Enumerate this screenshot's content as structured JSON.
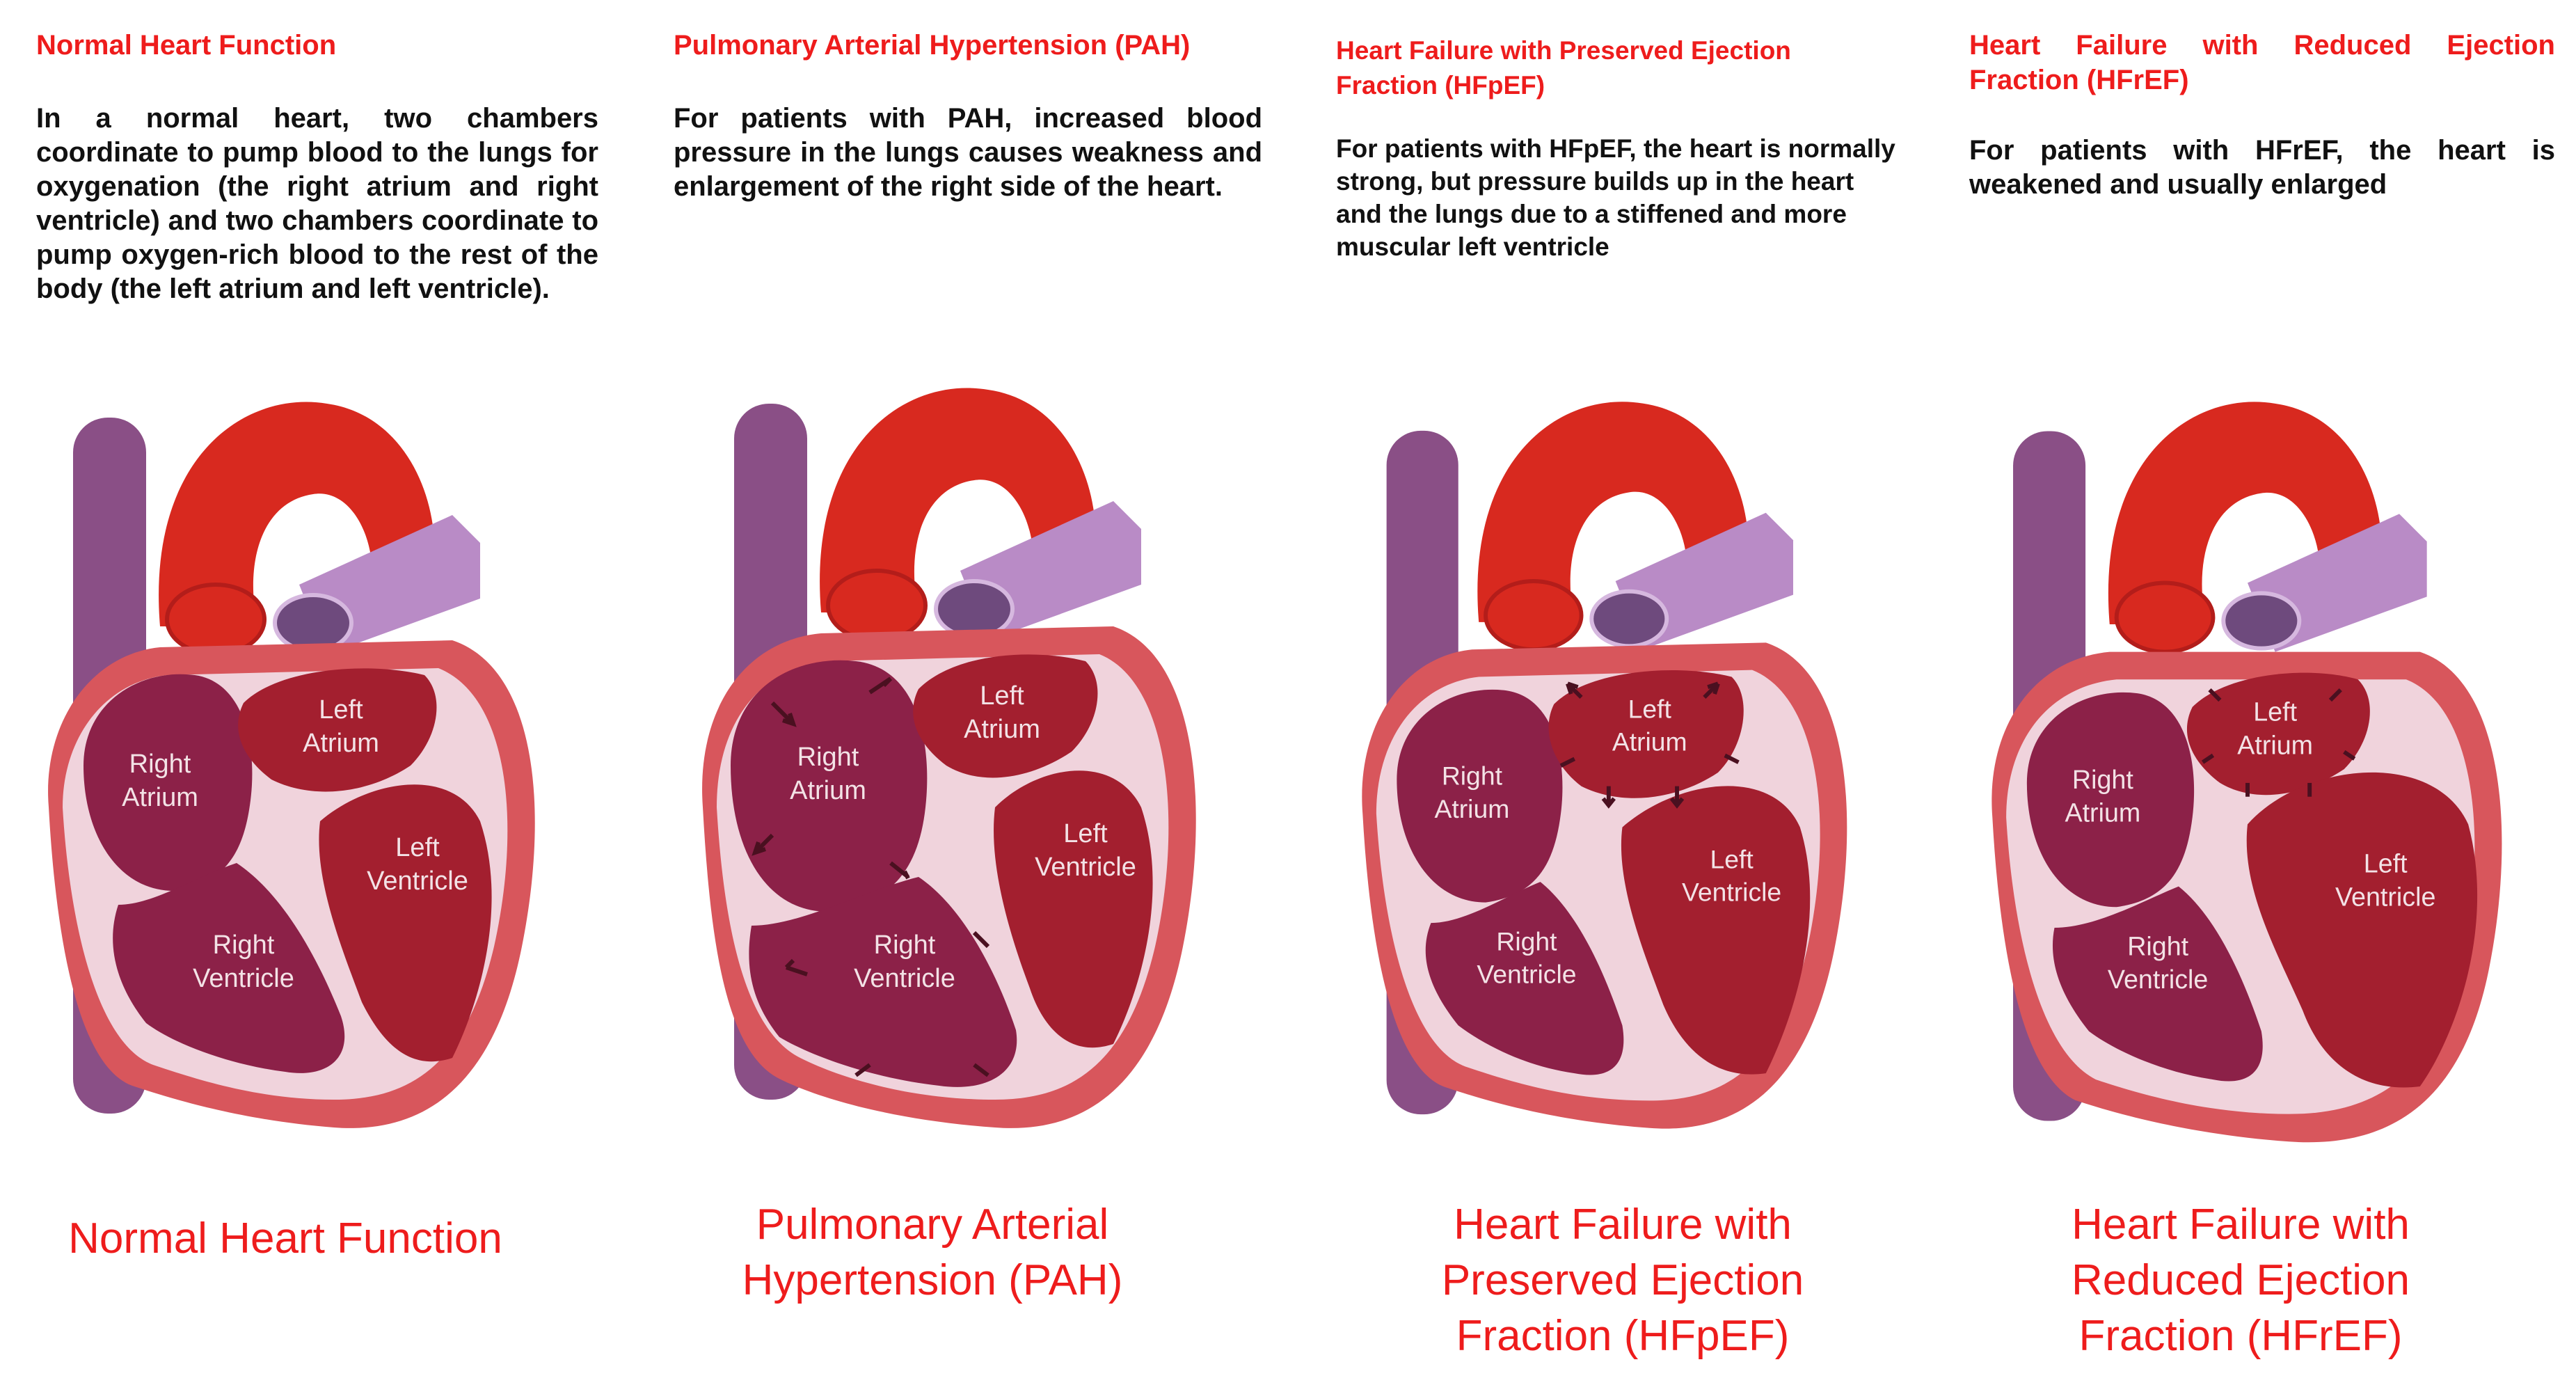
{
  "panels": [
    {
      "id": "normal",
      "title": "Normal Heart Function",
      "description": "In a normal heart, two chambers coordinate to pump blood to the lungs for oxygenation (the right atrium and right ventricle) and two chambers coordinate to pump oxygen-rich blood to the rest of the body (the left atrium and left ventricle).",
      "caption_lines": [
        "Normal Heart Function"
      ],
      "labels": {
        "left_atrium": [
          "Left",
          "Atrium"
        ],
        "right_atrium": [
          "Right",
          "Atrium"
        ],
        "left_ventricle": [
          "Left",
          "Ventricle"
        ],
        "right_ventricle": [
          "Right",
          "Ventricle"
        ]
      }
    },
    {
      "id": "pah",
      "title": "Pulmonary Arterial Hypertension (PAH)",
      "description": "For patients with PAH, increased blood pressure in the lungs causes weakness and enlargement of the right side of the heart.",
      "caption_lines": [
        "Pulmonary Arterial",
        "Hypertension (PAH)"
      ],
      "labels": {
        "left_atrium": [
          "Left",
          "Atrium"
        ],
        "right_atrium": [
          "Right",
          "Atrium"
        ],
        "left_ventricle": [
          "Left",
          "Ventricle"
        ],
        "right_ventricle": [
          "Right",
          "Ventricle"
        ]
      }
    },
    {
      "id": "hfpef",
      "title": "Heart Failure with Preserved Ejection Fraction (HFpEF)",
      "description": "For patients with HFpEF, the heart is normally strong, but pressure builds up in the heart and the lungs due to a stiffened and more muscular left ventricle",
      "caption_lines": [
        "Heart Failure with",
        "Preserved Ejection",
        "Fraction (HFpEF)"
      ],
      "labels": {
        "left_atrium": [
          "Left",
          "Atrium"
        ],
        "right_atrium": [
          "Right",
          "Atrium"
        ],
        "left_ventricle": [
          "Left",
          "Ventricle"
        ],
        "right_ventricle": [
          "Right",
          "Ventricle"
        ]
      }
    },
    {
      "id": "hfref",
      "title": "Heart Failure with Reduced Ejection Fraction (HFrEF)",
      "description": "For patients with HFrEF, the heart is weakened and usually enlarged",
      "caption_lines": [
        "Heart Failure with",
        "Reduced Ejection",
        "Fraction (HFrEF)"
      ],
      "labels": {
        "left_atrium": [
          "Left",
          "Atrium"
        ],
        "right_atrium": [
          "Right",
          "Atrium"
        ],
        "left_ventricle": [
          "Left",
          "Ventricle"
        ],
        "right_ventricle": [
          "Right",
          "Ventricle"
        ]
      }
    }
  ],
  "colors": {
    "title_red": "#ee1c1c",
    "aorta": "#d8291f",
    "vein_purple": "#8a4f86",
    "vein_light": "#b98bc6",
    "heart_outer": "#d8565c",
    "left_chamber": "#a31f2f",
    "right_chamber": "#8c2148",
    "septum": "#f0d3dc"
  }
}
